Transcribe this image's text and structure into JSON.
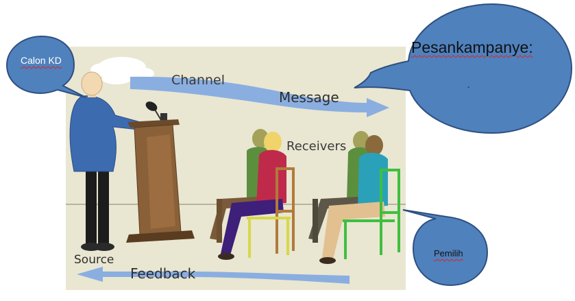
{
  "diagram": {
    "channel": "Channel",
    "message": "Message",
    "receivers": "Receivers",
    "source": "Source",
    "feedback": "Feedback"
  },
  "callouts": {
    "calon": "Calon KD",
    "pesan_title": "Pesankampanye:",
    "pesan_body": "-",
    "pemilih": "Pemilih"
  },
  "colors": {
    "background": "#e9e6d2",
    "arrow": "#8aaee0",
    "callout_fill": "#4f81bd",
    "callout_stroke": "#2f4f7f"
  }
}
